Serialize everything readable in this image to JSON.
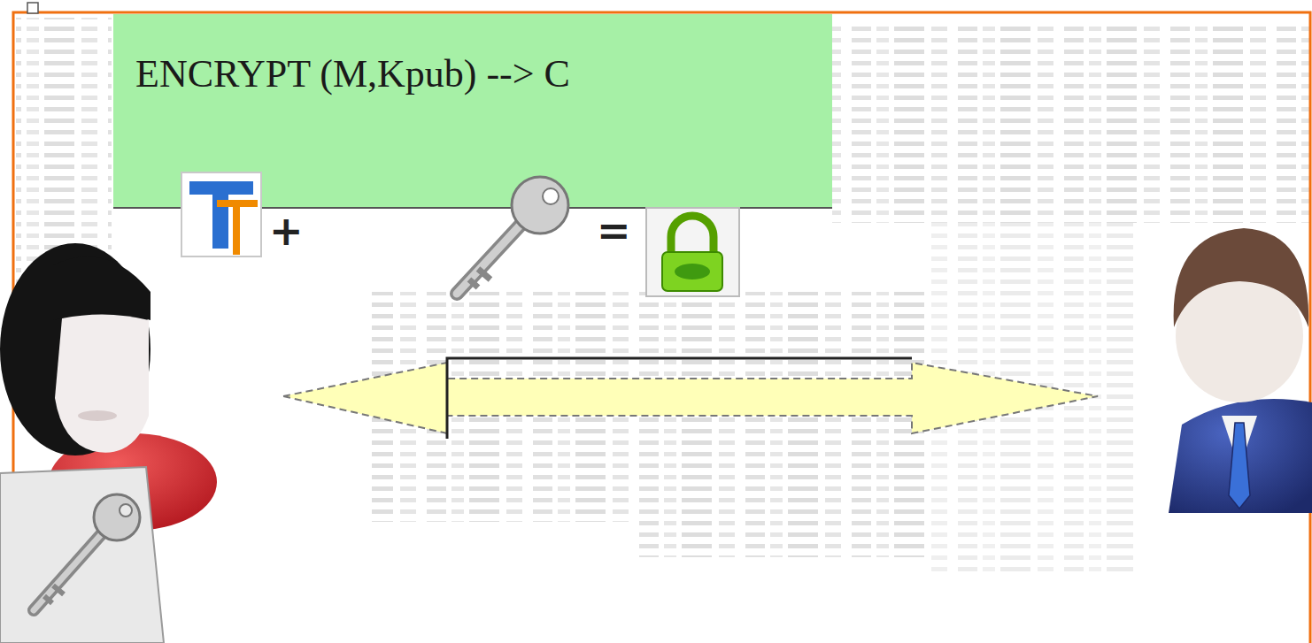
{
  "diagram": {
    "nodes": [
      {
        "text": [
          "ENCRYPT (M,Kpub) --> C"
        ]
      }
    ],
    "labels": [
      "+",
      "="
    ]
  }
}
